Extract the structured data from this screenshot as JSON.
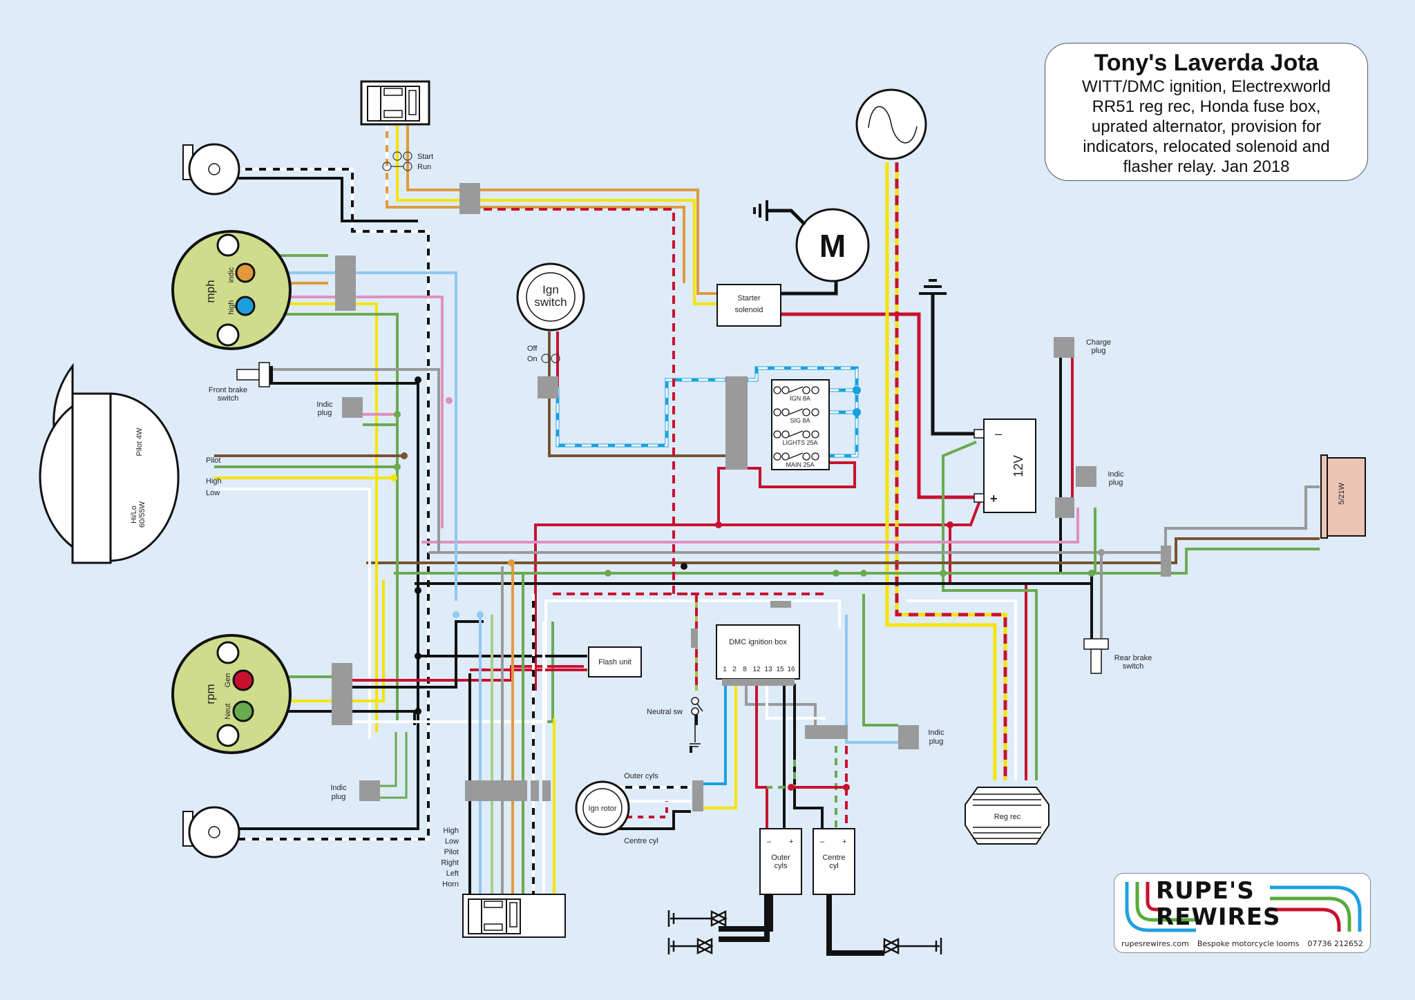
{
  "title": {
    "heading": "Tony's Laverda Jota",
    "lines": [
      "WITT/DMC ignition, Electrexworld",
      "RR51 reg rec, Honda fuse box,",
      "uprated alternator, provision for",
      "indicators, relocated solenoid and",
      "flasher relay. Jan 2018"
    ]
  },
  "logo": {
    "line1": "RUPE'S",
    "line2": "REWIRES",
    "website": "rupesrewires.com",
    "tagline": "Bespoke motorcycle looms",
    "phone": "07736 212652",
    "stripe_colors": [
      "#1ea0e0",
      "#5aaa3c",
      "#c8102e"
    ]
  },
  "wire_colors": {
    "black": "#111111",
    "brown": "#7a5230",
    "red": "#c8102e",
    "yellow": "#f5e400",
    "green": "#6aaa50",
    "light_green": "#a8d08c",
    "blue": "#1aa0e0",
    "light_blue": "#90c8ee",
    "pink": "#e090c0",
    "grey": "#999999",
    "orange": "#e09a3c",
    "purple": "#7a5aa8",
    "white": "#ffffff"
  },
  "components": {
    "mph_gauge": {
      "label": "mph",
      "indic": "indic",
      "high": "high"
    },
    "rpm_gauge": {
      "label": "rpm",
      "gen": "Gen",
      "neut": "Neut"
    },
    "headlamp": {
      "pilot_rating": "Pilot 4W",
      "main_rating_1": "Hi/Lo",
      "main_rating_2": "60/55W",
      "wire_pilot": "Pilot",
      "wire_high": "High",
      "wire_low": "Low"
    },
    "front_brake_switch": {
      "line1": "Front brake",
      "line2": "switch"
    },
    "rear_brake_switch": {
      "line1": "Rear brake",
      "line2": "switch"
    },
    "indic_plug": {
      "line1": "Indic",
      "line2": "plug"
    },
    "charge_plug": {
      "line1": "Charge",
      "line2": "plug"
    },
    "ign_switch": {
      "line1": "Ign",
      "line2": "switch",
      "off": "Off",
      "on": "On"
    },
    "start_switch": {
      "start": "Start",
      "run": "Run"
    },
    "starter_motor": {
      "label": "M"
    },
    "starter_solenoid": {
      "line1": "Starter",
      "line2": "solenoid"
    },
    "fuse_box": {
      "fuses": [
        "IGN 8A",
        "SIG 8A",
        "LIGHTS 25A",
        "MAIN 25A"
      ]
    },
    "battery": {
      "label": "12V",
      "neg": "–",
      "pos": "+"
    },
    "tail_lamp": {
      "label": "5/21W"
    },
    "flash_unit": {
      "label": "Flash unit"
    },
    "neutral_switch": {
      "label": "Neutral sw"
    },
    "dmc_box": {
      "label": "DMC ignition box",
      "pins": [
        "1",
        "2",
        "8",
        "12",
        "13",
        "15",
        "16"
      ]
    },
    "ign_rotor": {
      "label": "Ign rotor",
      "outer": "Outer cyls",
      "centre": "Centre cyl"
    },
    "coil_outer": {
      "line1": "Outer",
      "line2": "cyls",
      "neg": "–",
      "pos": "+"
    },
    "coil_centre": {
      "line1": "Centre",
      "line2": "cyl",
      "neg": "–",
      "pos": "+"
    },
    "reg_rec": {
      "label": "Reg rec"
    },
    "handlebar_switch": {
      "labels": [
        "High",
        "Low",
        "Pilot",
        "Right",
        "Left",
        "Horn"
      ]
    }
  }
}
